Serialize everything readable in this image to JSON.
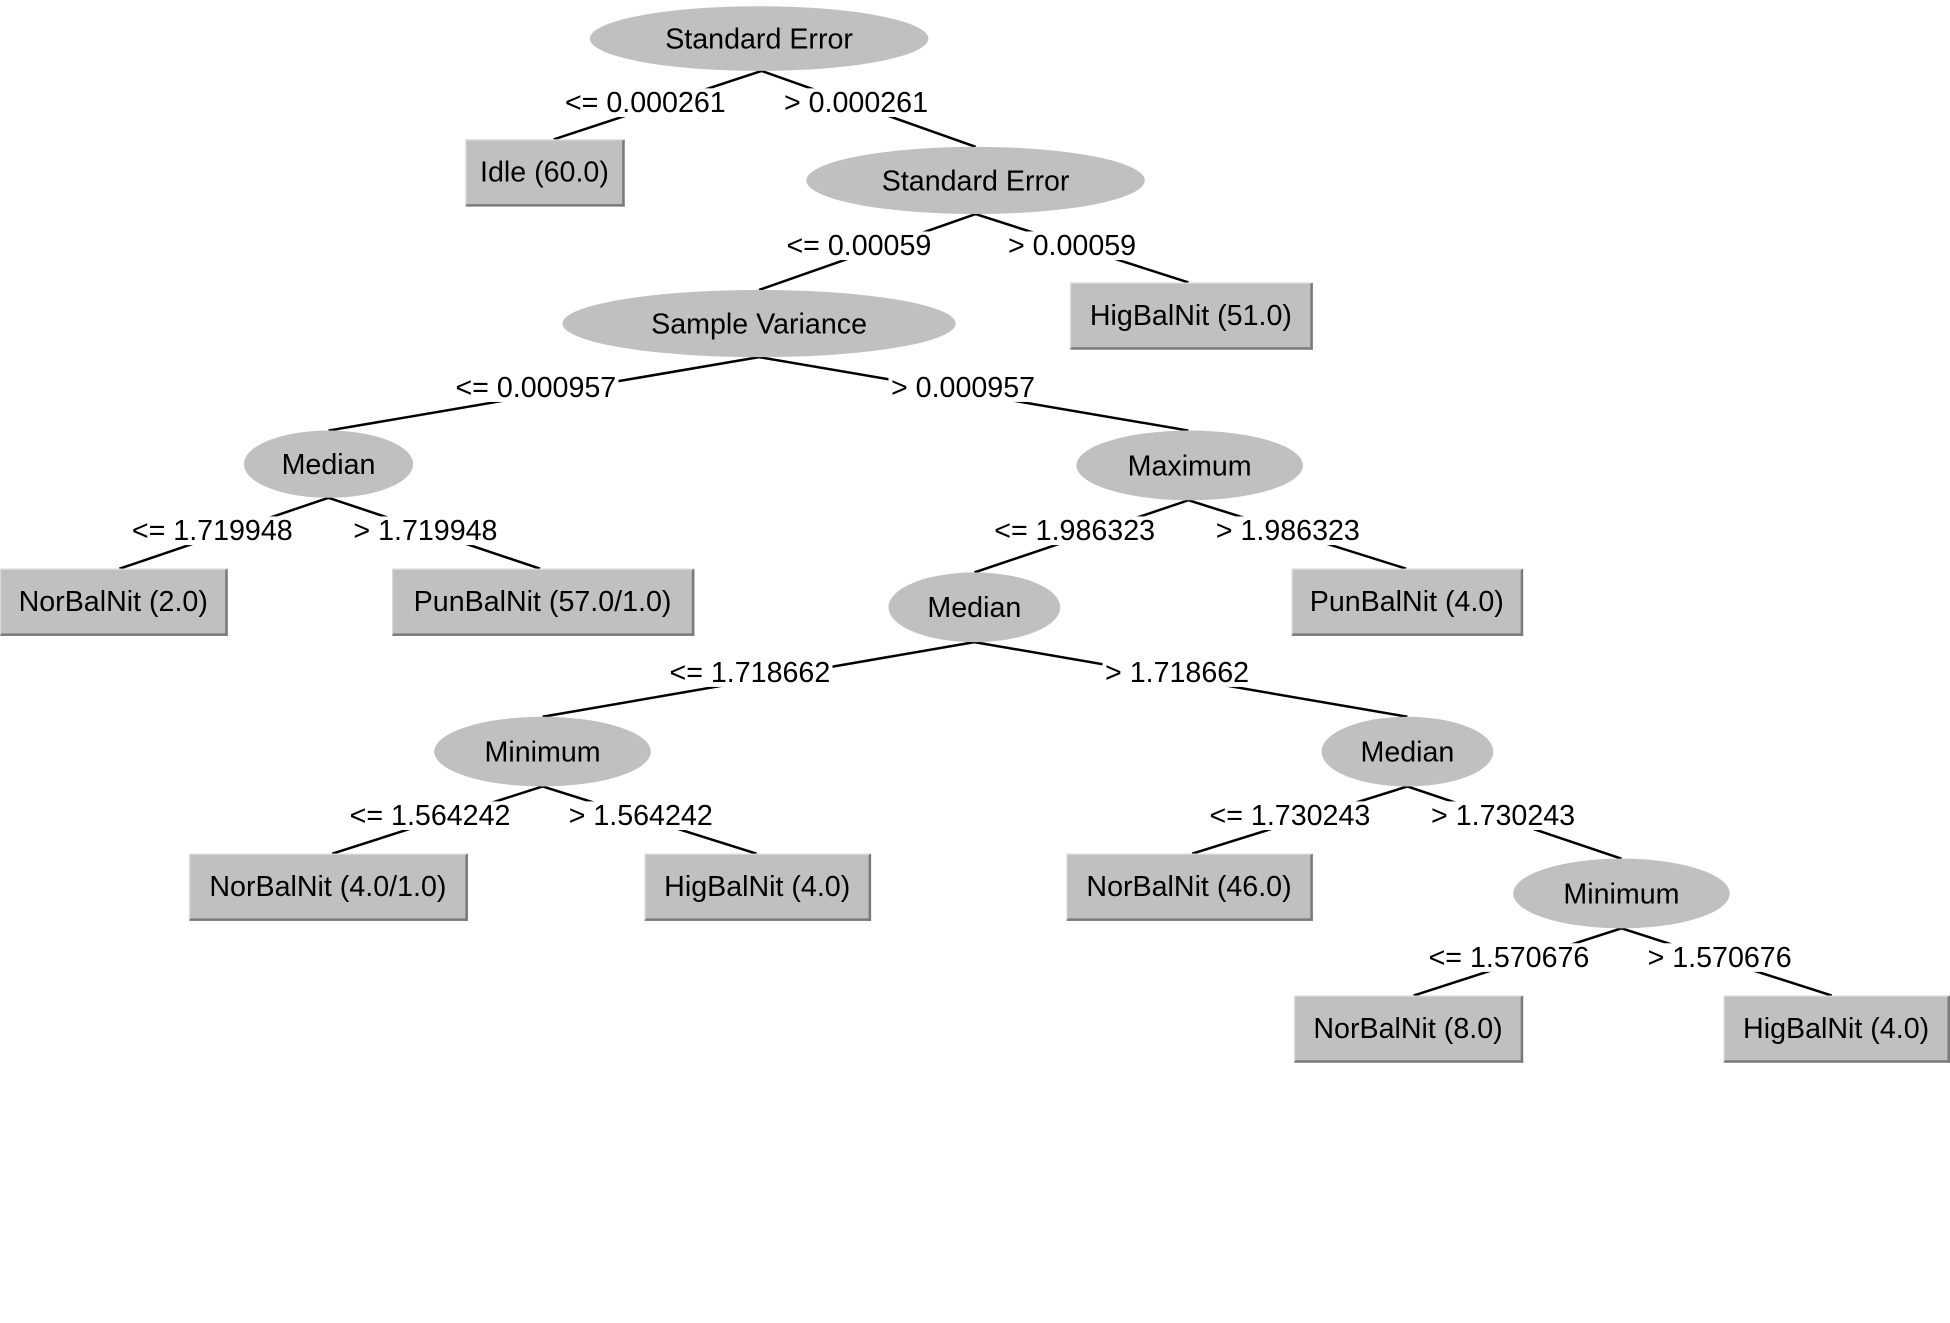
{
  "tree": {
    "nodes": [
      {
        "id": "n1",
        "type": "split",
        "label": "Standard Error"
      },
      {
        "id": "l1",
        "type": "leaf",
        "label": "Idle (60.0)"
      },
      {
        "id": "n2",
        "type": "split",
        "label": "Standard Error"
      },
      {
        "id": "n3",
        "type": "split",
        "label": "Sample Variance"
      },
      {
        "id": "l2",
        "type": "leaf",
        "label": "HigBalNit (51.0)"
      },
      {
        "id": "n4",
        "type": "split",
        "label": "Median"
      },
      {
        "id": "n5",
        "type": "split",
        "label": "Maximum"
      },
      {
        "id": "l3",
        "type": "leaf",
        "label": "NorBalNit (2.0)"
      },
      {
        "id": "l4",
        "type": "leaf",
        "label": "PunBalNit (57.0/1.0)"
      },
      {
        "id": "n6",
        "type": "split",
        "label": "Median"
      },
      {
        "id": "l5",
        "type": "leaf",
        "label": "PunBalNit (4.0)"
      },
      {
        "id": "n7",
        "type": "split",
        "label": "Minimum"
      },
      {
        "id": "n8",
        "type": "split",
        "label": "Median"
      },
      {
        "id": "l6",
        "type": "leaf",
        "label": "NorBalNit (4.0/1.0)"
      },
      {
        "id": "l7",
        "type": "leaf",
        "label": "HigBalNit (4.0)"
      },
      {
        "id": "l8",
        "type": "leaf",
        "label": "NorBalNit (46.0)"
      },
      {
        "id": "n9",
        "type": "split",
        "label": "Minimum"
      },
      {
        "id": "l9",
        "type": "leaf",
        "label": "NorBalNit (8.0)"
      },
      {
        "id": "l10",
        "type": "leaf",
        "label": "HigBalNit (4.0)"
      }
    ],
    "edges": [
      {
        "from": "n1",
        "to": "l1",
        "label": "<= 0.000261"
      },
      {
        "from": "n1",
        "to": "n2",
        "label": "> 0.000261"
      },
      {
        "from": "n2",
        "to": "n3",
        "label": "<= 0.00059"
      },
      {
        "from": "n2",
        "to": "l2",
        "label": "> 0.00059"
      },
      {
        "from": "n3",
        "to": "n4",
        "label": "<= 0.000957"
      },
      {
        "from": "n3",
        "to": "n5",
        "label": "> 0.000957"
      },
      {
        "from": "n4",
        "to": "l3",
        "label": "<= 1.719948"
      },
      {
        "from": "n4",
        "to": "l4",
        "label": "> 1.719948"
      },
      {
        "from": "n5",
        "to": "n6",
        "label": "<= 1.986323"
      },
      {
        "from": "n5",
        "to": "l5",
        "label": "> 1.986323"
      },
      {
        "from": "n6",
        "to": "n7",
        "label": "<= 1.718662"
      },
      {
        "from": "n6",
        "to": "n8",
        "label": "> 1.718662"
      },
      {
        "from": "n7",
        "to": "l6",
        "label": "<= 1.564242"
      },
      {
        "from": "n7",
        "to": "l7",
        "label": "> 1.564242"
      },
      {
        "from": "n8",
        "to": "l8",
        "label": "<= 1.730243"
      },
      {
        "from": "n8",
        "to": "n9",
        "label": "> 1.730243"
      },
      {
        "from": "n9",
        "to": "l9",
        "label": "<= 1.570676"
      },
      {
        "from": "n9",
        "to": "l10",
        "label": "> 1.570676"
      }
    ]
  }
}
